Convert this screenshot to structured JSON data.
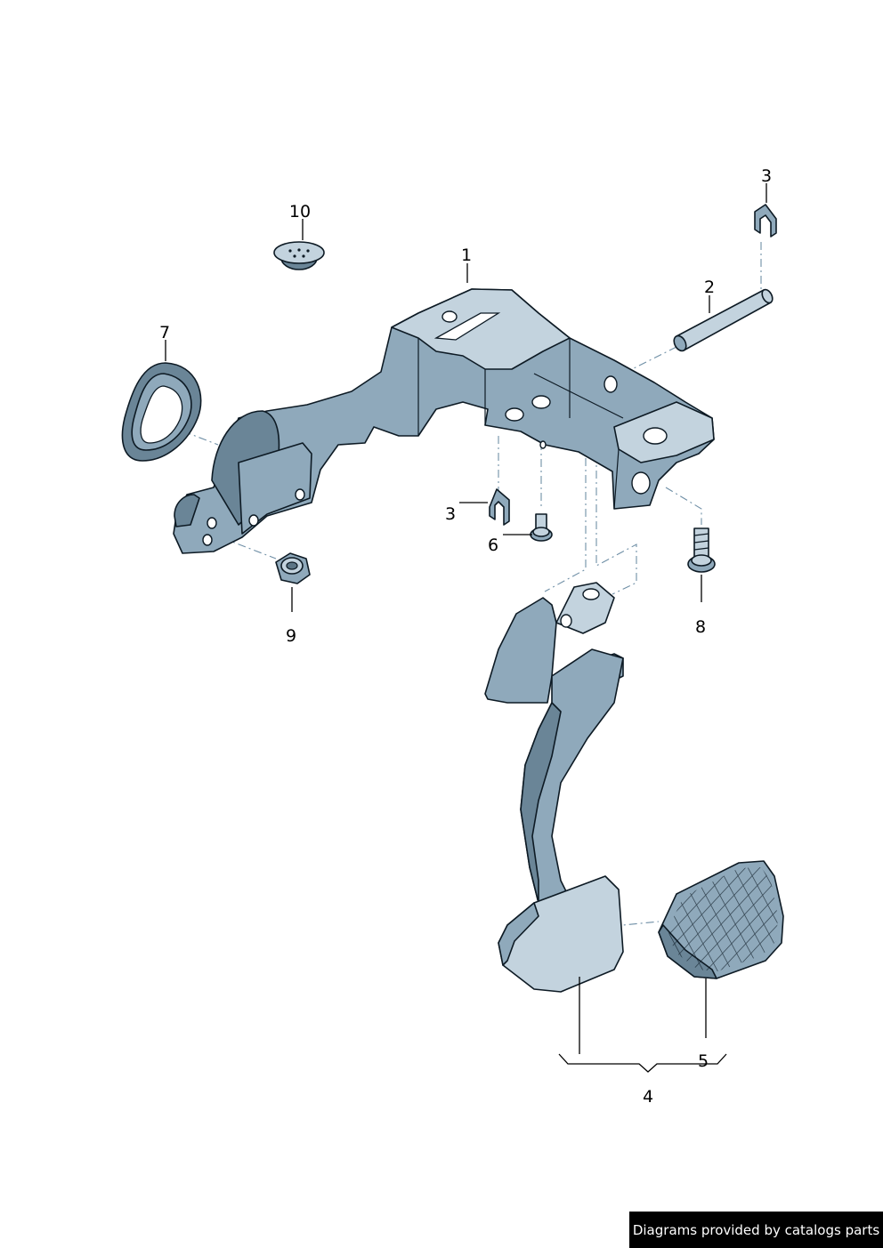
{
  "callouts": [
    {
      "id": "1",
      "label": "1"
    },
    {
      "id": "2",
      "label": "2"
    },
    {
      "id": "3a",
      "label": "3"
    },
    {
      "id": "3b",
      "label": "3"
    },
    {
      "id": "4",
      "label": "4"
    },
    {
      "id": "5",
      "label": "5"
    },
    {
      "id": "6",
      "label": "6"
    },
    {
      "id": "7",
      "label": "7"
    },
    {
      "id": "8",
      "label": "8"
    },
    {
      "id": "9",
      "label": "9"
    },
    {
      "id": "10",
      "label": "10"
    }
  ],
  "footer": {
    "credit": "Diagrams provided by catalogs parts",
    "background": "#000000",
    "text_color": "#ffffff"
  },
  "colors": {
    "part_fill": "#8fa9bb",
    "part_outline": "#0d1a24",
    "dash_lines": "#6f8fa6"
  }
}
